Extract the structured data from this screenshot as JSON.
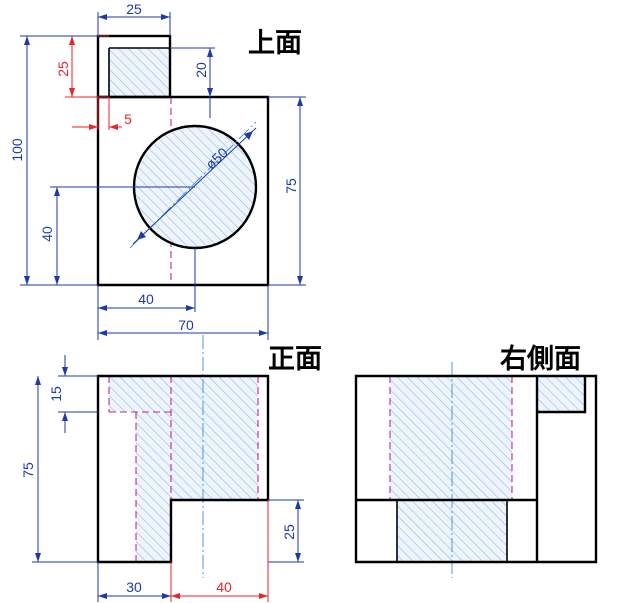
{
  "views": {
    "top": "上面",
    "front": "正面",
    "side": "右側面"
  },
  "dims": {
    "top_width_25": "25",
    "top_height_25": "25",
    "top_20": "20",
    "top_5": "5",
    "top_100": "100",
    "top_diameter": "ø50",
    "top_75": "75",
    "top_40_v": "40",
    "top_40_h": "40",
    "top_70": "70",
    "front_15": "15",
    "front_75": "75",
    "front_25": "25",
    "front_30": "30",
    "front_40": "40"
  },
  "colors": {
    "outline": "#000000",
    "dimension_blue": "#1f3aa8",
    "dimension_red": "#e8262b",
    "hidden_line": "#c6229b",
    "center_line": "#3a8ed8",
    "hatch": "#8fb6e0"
  }
}
